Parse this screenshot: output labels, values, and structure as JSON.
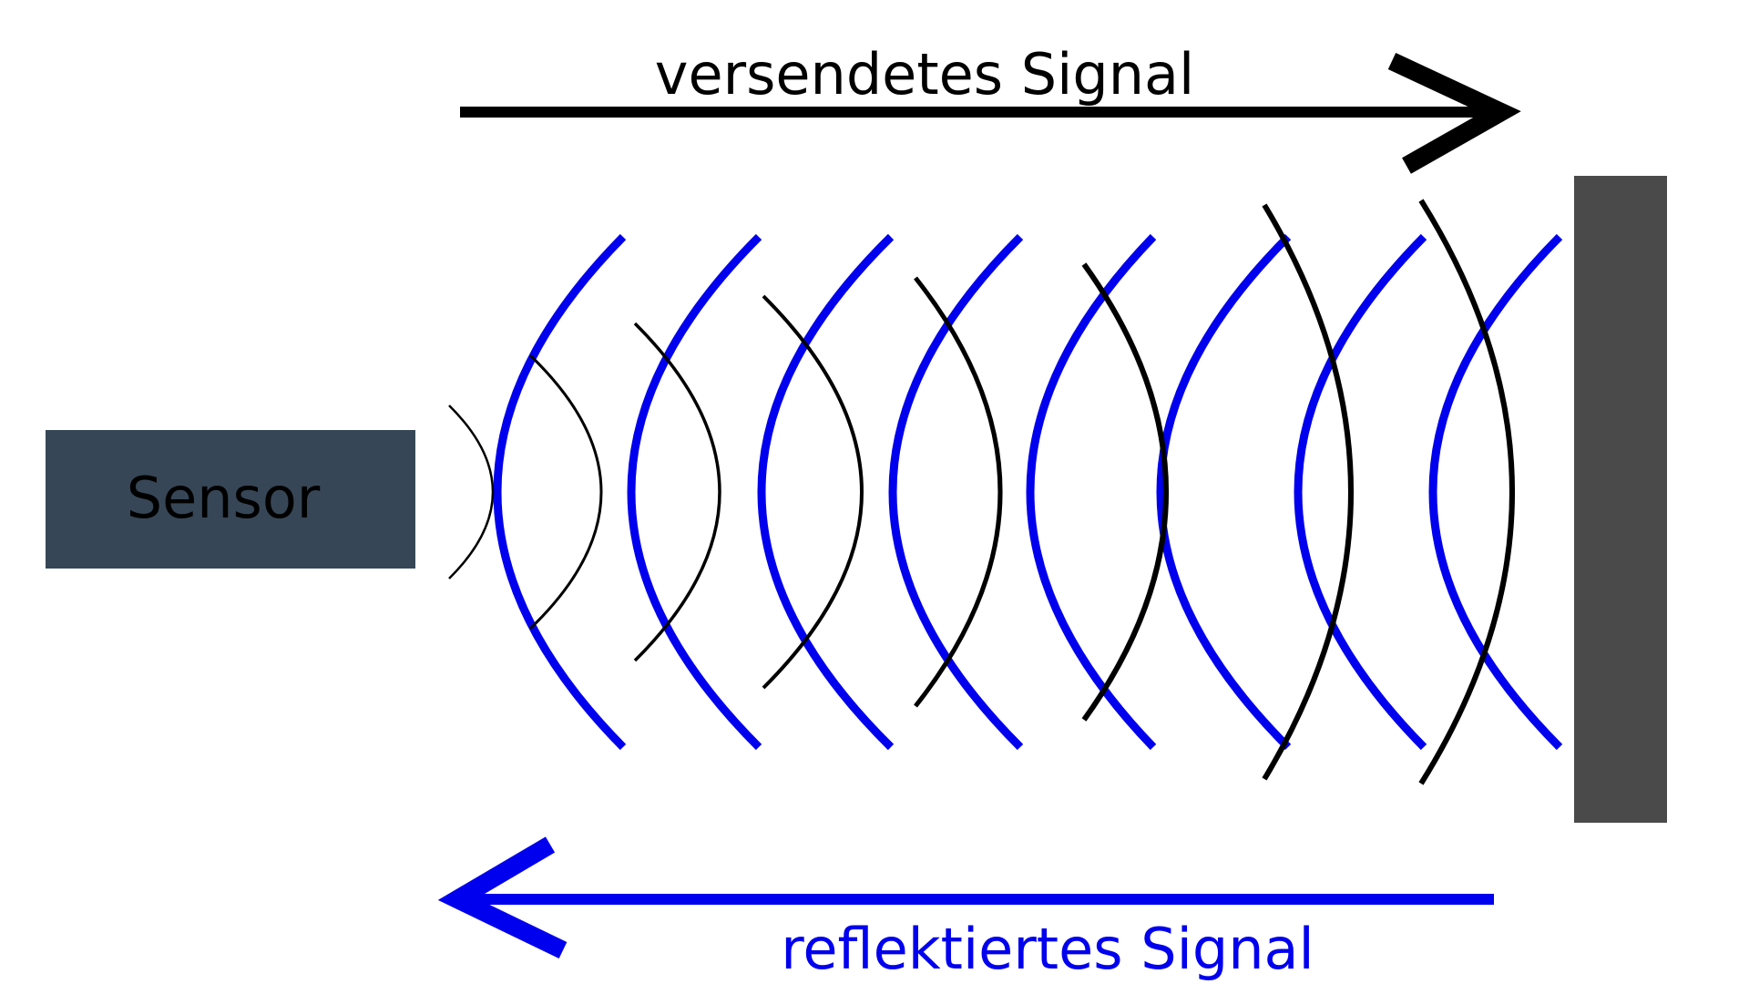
{
  "sensor": {
    "label": "Sensor",
    "fill_color": "#374656",
    "text_color": "#000000"
  },
  "reflector": {
    "fill_color": "#4a4a4a"
  },
  "sent_signal": {
    "label": "versendetes Signal",
    "color": "#000000",
    "direction": "right"
  },
  "reflected_signal": {
    "label": "reflektiertes Signal",
    "color": "#0000ee",
    "direction": "left"
  }
}
